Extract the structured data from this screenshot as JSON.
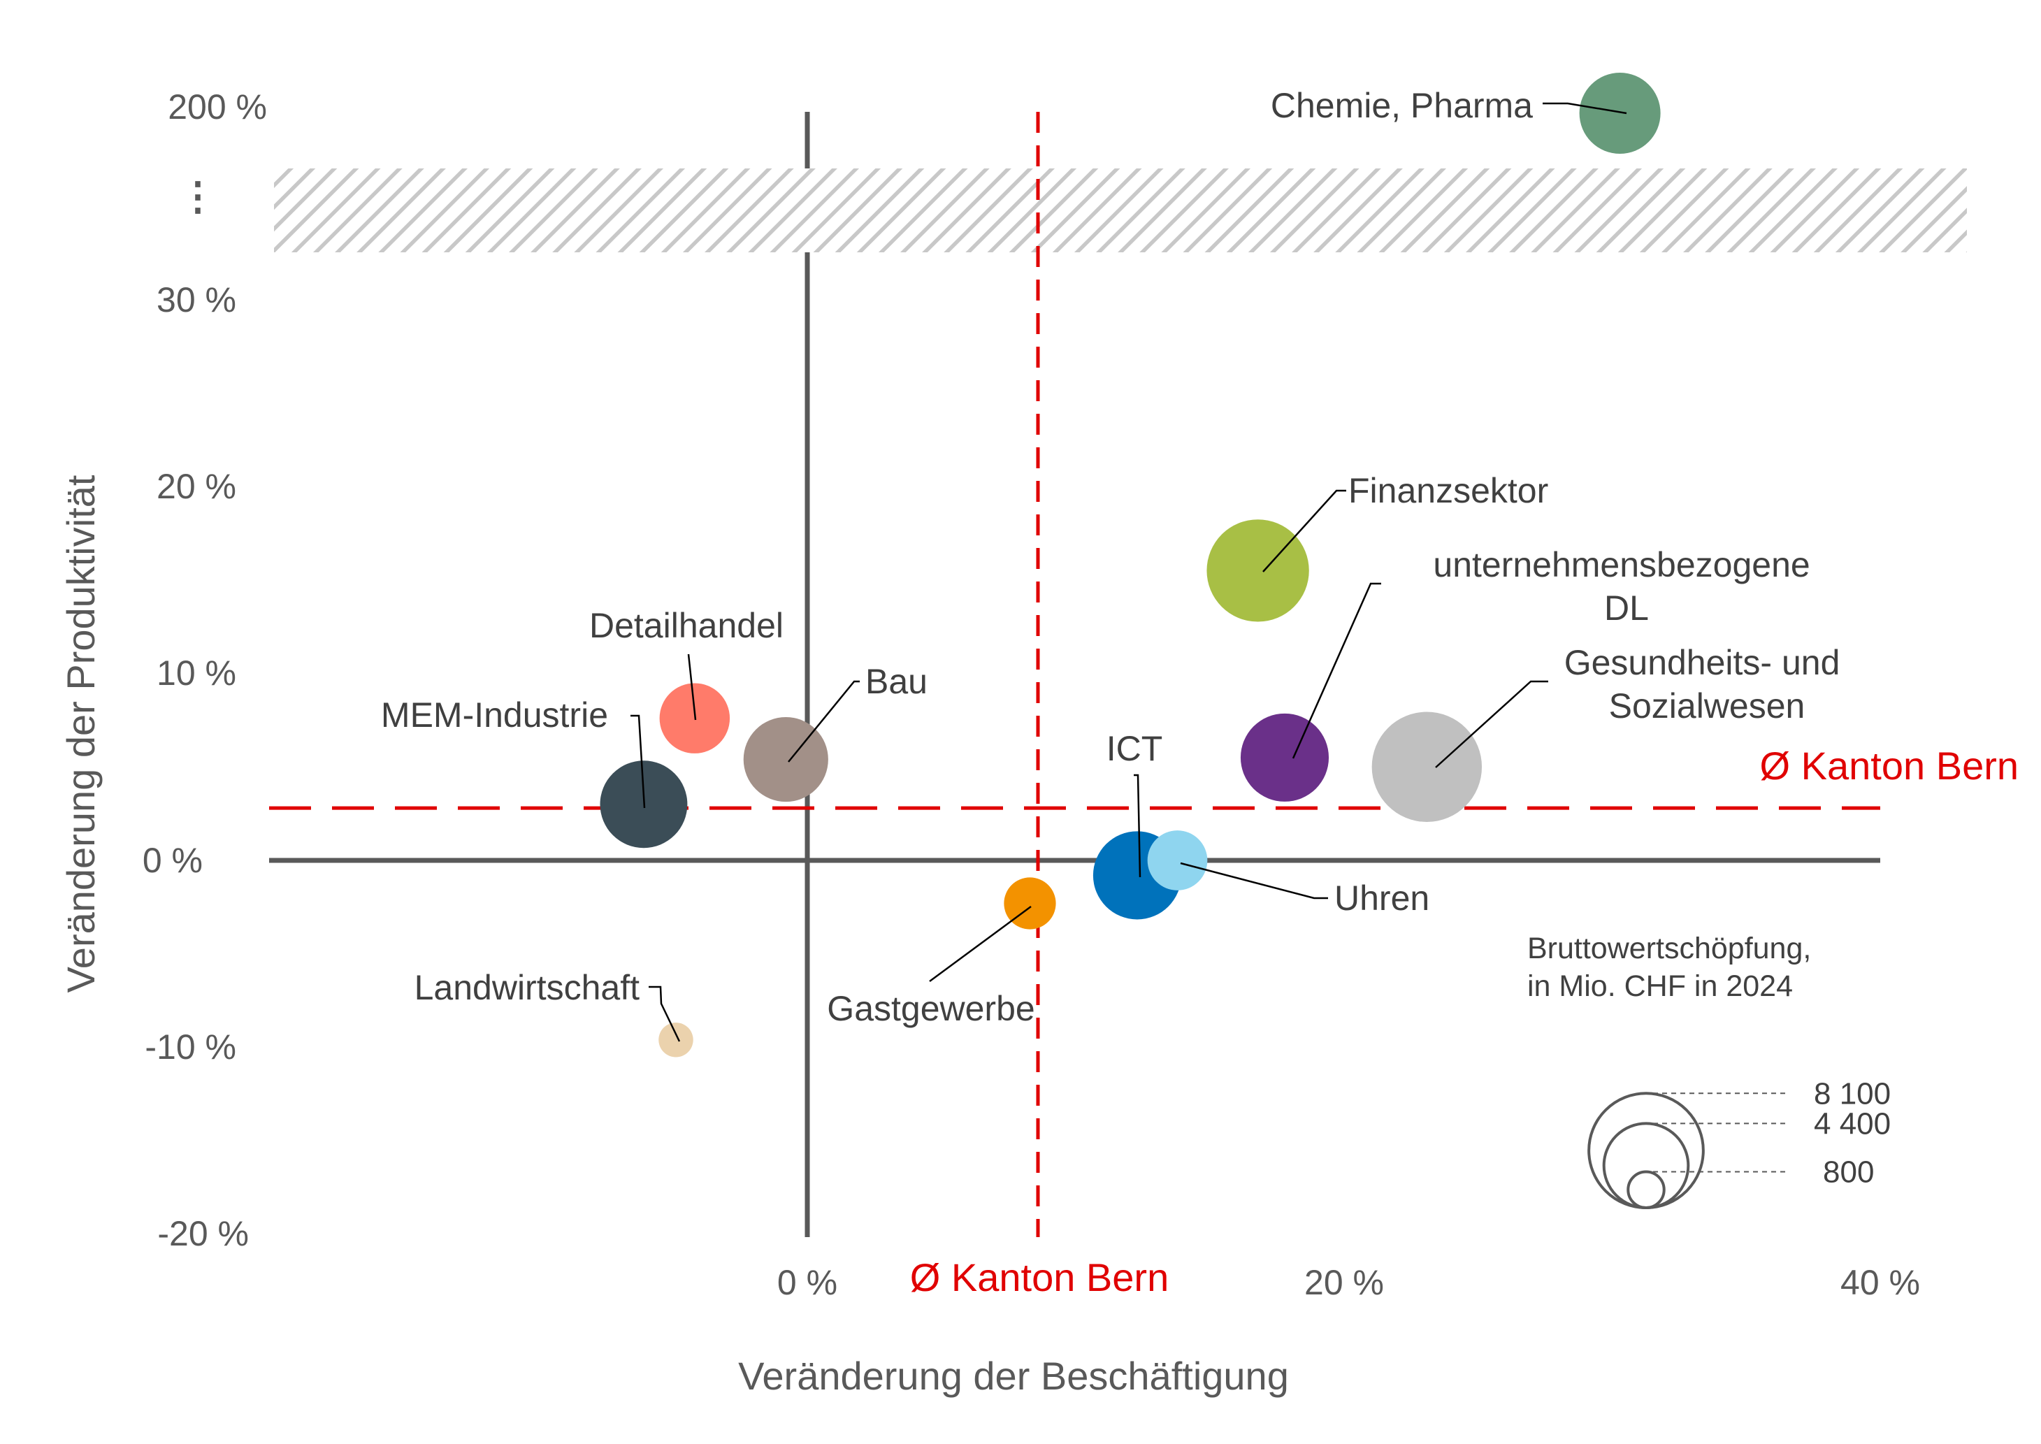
{
  "chart_data": {
    "type": "scatter",
    "xlabel": "Veränderung der Beschäftigung",
    "ylabel": "Veränderung der Produktivität",
    "xlim": [
      -20,
      40
    ],
    "ylim": [
      -20,
      30
    ],
    "broken_y_axis": true,
    "y_break_label": "⋮",
    "x_ticks": [
      {
        "value": 0,
        "label": "0 %"
      },
      {
        "value": 20,
        "label": "20 %"
      },
      {
        "value": 40,
        "label": "40 %"
      }
    ],
    "y_ticks": [
      {
        "value": 200,
        "label": "200 %"
      },
      {
        "value": 30,
        "label": "30 %"
      },
      {
        "value": 20,
        "label": "20 %"
      },
      {
        "value": 10,
        "label": "10 %"
      },
      {
        "value": 0,
        "label": "0 %"
      },
      {
        "value": -10,
        "label": "-10 %"
      },
      {
        "value": -20,
        "label": "-20 %"
      }
    ],
    "reference_lines": {
      "x_average": {
        "value": 8.6,
        "label": "Ø Kanton Bern",
        "color": "#e00000"
      },
      "y_average": {
        "value": 2.8,
        "label": "Ø Kanton Bern",
        "color": "#e00000"
      }
    },
    "points": [
      {
        "name": "Chemie, Pharma",
        "x": 30.3,
        "y": 200,
        "size": 4400,
        "color": "#679b7b"
      },
      {
        "name": "Finanzsektor",
        "x": 16.8,
        "y": 15.5,
        "size": 7000,
        "color": "#a8bf45"
      },
      {
        "name": "unternehmensbezogene DL",
        "x": 17.8,
        "y": 5.5,
        "size": 5200,
        "color": "#6a3089"
      },
      {
        "name": "Gesundheits- und Sozialwesen",
        "x": 23.1,
        "y": 5.0,
        "size": 8100,
        "color": "#c0c0c0"
      },
      {
        "name": "ICT",
        "x": 12.3,
        "y": -0.8,
        "size": 5200,
        "color": "#0072bb"
      },
      {
        "name": "Uhren",
        "x": 13.8,
        "y": 0.0,
        "size": 2400,
        "color": "#8fd5ef"
      },
      {
        "name": "Gastgewerbe",
        "x": 8.3,
        "y": -2.3,
        "size": 1800,
        "color": "#f39200"
      },
      {
        "name": "Detailhandel",
        "x": -4.2,
        "y": 7.6,
        "size": 3300,
        "color": "#ff7b6a"
      },
      {
        "name": "Bau",
        "x": -0.8,
        "y": 5.4,
        "size": 4800,
        "color": "#a29088"
      },
      {
        "name": "MEM-Industrie",
        "x": -6.1,
        "y": 3.0,
        "size": 5100,
        "color": "#3b4d57"
      },
      {
        "name": "Landwirtschaft",
        "x": -4.9,
        "y": -9.6,
        "size": 800,
        "color": "#ebd2ad"
      }
    ],
    "size_legend": {
      "title_lines": [
        "Bruttowertschöpfung,",
        "in Mio. CHF in 2024"
      ],
      "values": [
        {
          "value": 8100,
          "label": "8 100"
        },
        {
          "value": 4400,
          "label": "4 400"
        },
        {
          "value": 800,
          "label": "800"
        }
      ]
    }
  }
}
